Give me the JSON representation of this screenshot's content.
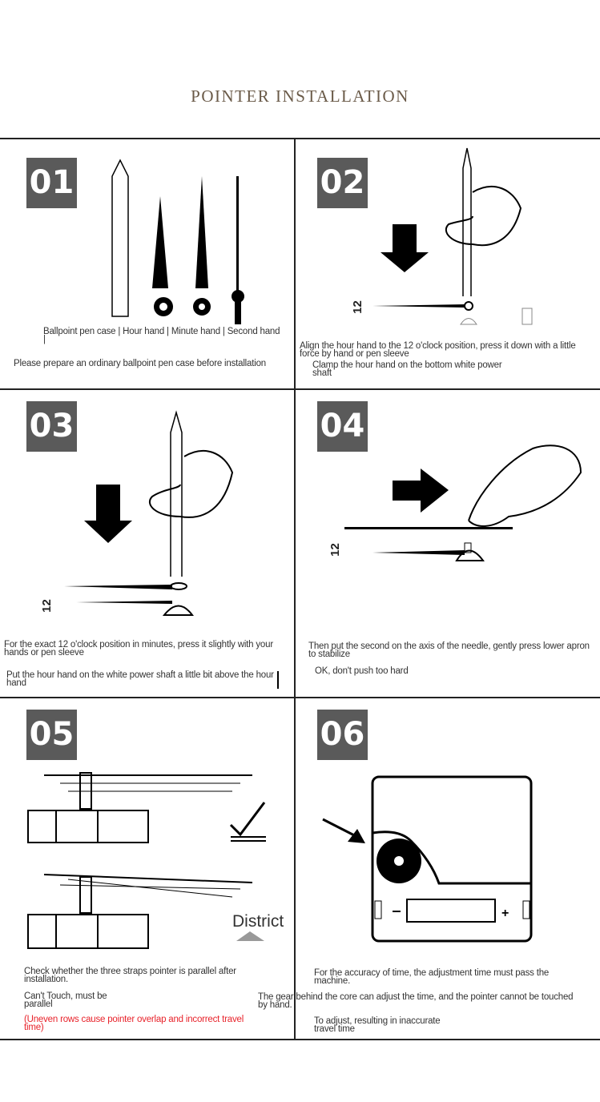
{
  "header": {
    "title": "POINTER INSTALLATION"
  },
  "steps": [
    {
      "number": "01",
      "captions": [
        "Ballpoint pen case | Hour hand | Minute hand | Second hand |",
        "Please prepare an ordinary ballpoint pen case before installation"
      ]
    },
    {
      "number": "02",
      "label_12": "12",
      "captions": [
        "Align the hour hand to the 12 o'clock position, press it down with a little force by hand or pen sleeve",
        "Clamp the hour hand on the bottom white power shaft"
      ]
    },
    {
      "number": "03",
      "label_12": "12",
      "captions": [
        "For the exact 12 o'clock position in minutes, press it slightly with your hands or pen sleeve",
        "Put the hour hand on the white power shaft a little bit above the hour hand"
      ]
    },
    {
      "number": "04",
      "label_12": "12",
      "captions": [
        "Then put the second on the axis of the needle, gently press lower apron to stabilize",
        "OK, don't push too hard"
      ]
    },
    {
      "number": "05",
      "watermark": "District",
      "captions": [
        "Check whether the three straps pointer is parallel after installation.",
        "Can't Touch, must be parallel",
        "(Uneven rows cause pointer overlap and incorrect travel time)"
      ]
    },
    {
      "number": "06",
      "captions": [
        "For the accuracy of time, the adjustment time must pass the machine.",
        "The gear behind the core can adjust the time, and the pointer cannot be touched by hand.",
        "To adjust, resulting in inaccurate travel time"
      ]
    }
  ]
}
